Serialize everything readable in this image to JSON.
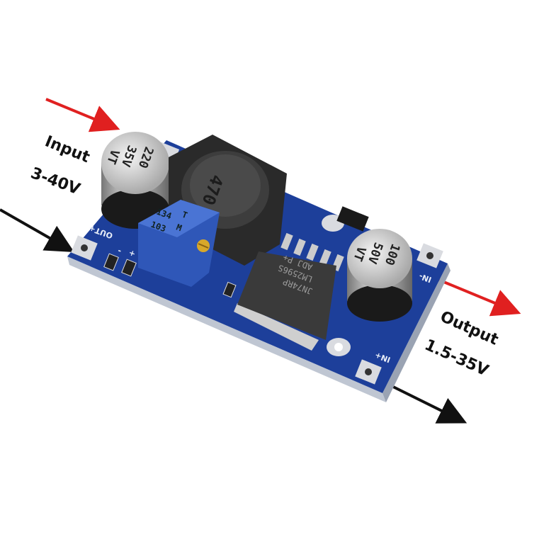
{
  "labels": {
    "input_title": "Input",
    "input_range": "3-40V",
    "output_title": "Output",
    "output_range": "1.5-35V"
  },
  "board": {
    "silkscreen": {
      "out_plus": "OUT+",
      "minus": "-",
      "plus": "+",
      "in_minus": "IN-",
      "in_plus": "IN+"
    },
    "input_capacitor": {
      "line1": "220",
      "line2": "35V",
      "line3": "VT"
    },
    "output_capacitor": {
      "line1": "100",
      "line2": "50V",
      "line3": "VT"
    },
    "inductor_marking": "470",
    "potentiometer": {
      "line1": "134",
      "line2": "103",
      "mark1": "T",
      "mark2": "M"
    },
    "regulator_chip": {
      "line1": "JN74RP",
      "line2": "LM2596S",
      "line3": "ADJ P+"
    }
  },
  "colors": {
    "pcb": "#1d3f9a",
    "arrow_red": "#e02020",
    "arrow_black": "#111111",
    "pot": "#3a64c8"
  }
}
